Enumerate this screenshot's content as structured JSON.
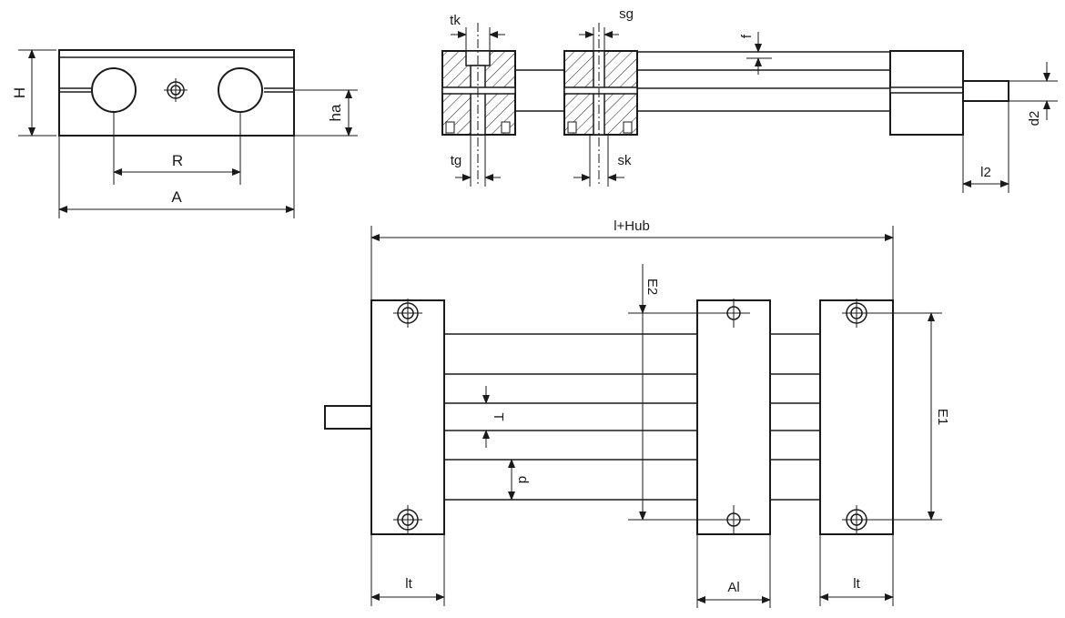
{
  "labels": {
    "H": "H",
    "R": "R",
    "A": "A",
    "ha": "ha",
    "tk": "tk",
    "sg": "sg",
    "f": "f",
    "tg": "tg",
    "sk": "sk",
    "d2": "d2",
    "l2": "l2",
    "lhub": "l+Hub",
    "E2": "E2",
    "E1": "E1",
    "T": "T",
    "d": "d",
    "lt_left": "lt",
    "Al": "Al",
    "lt_right": "lt"
  }
}
